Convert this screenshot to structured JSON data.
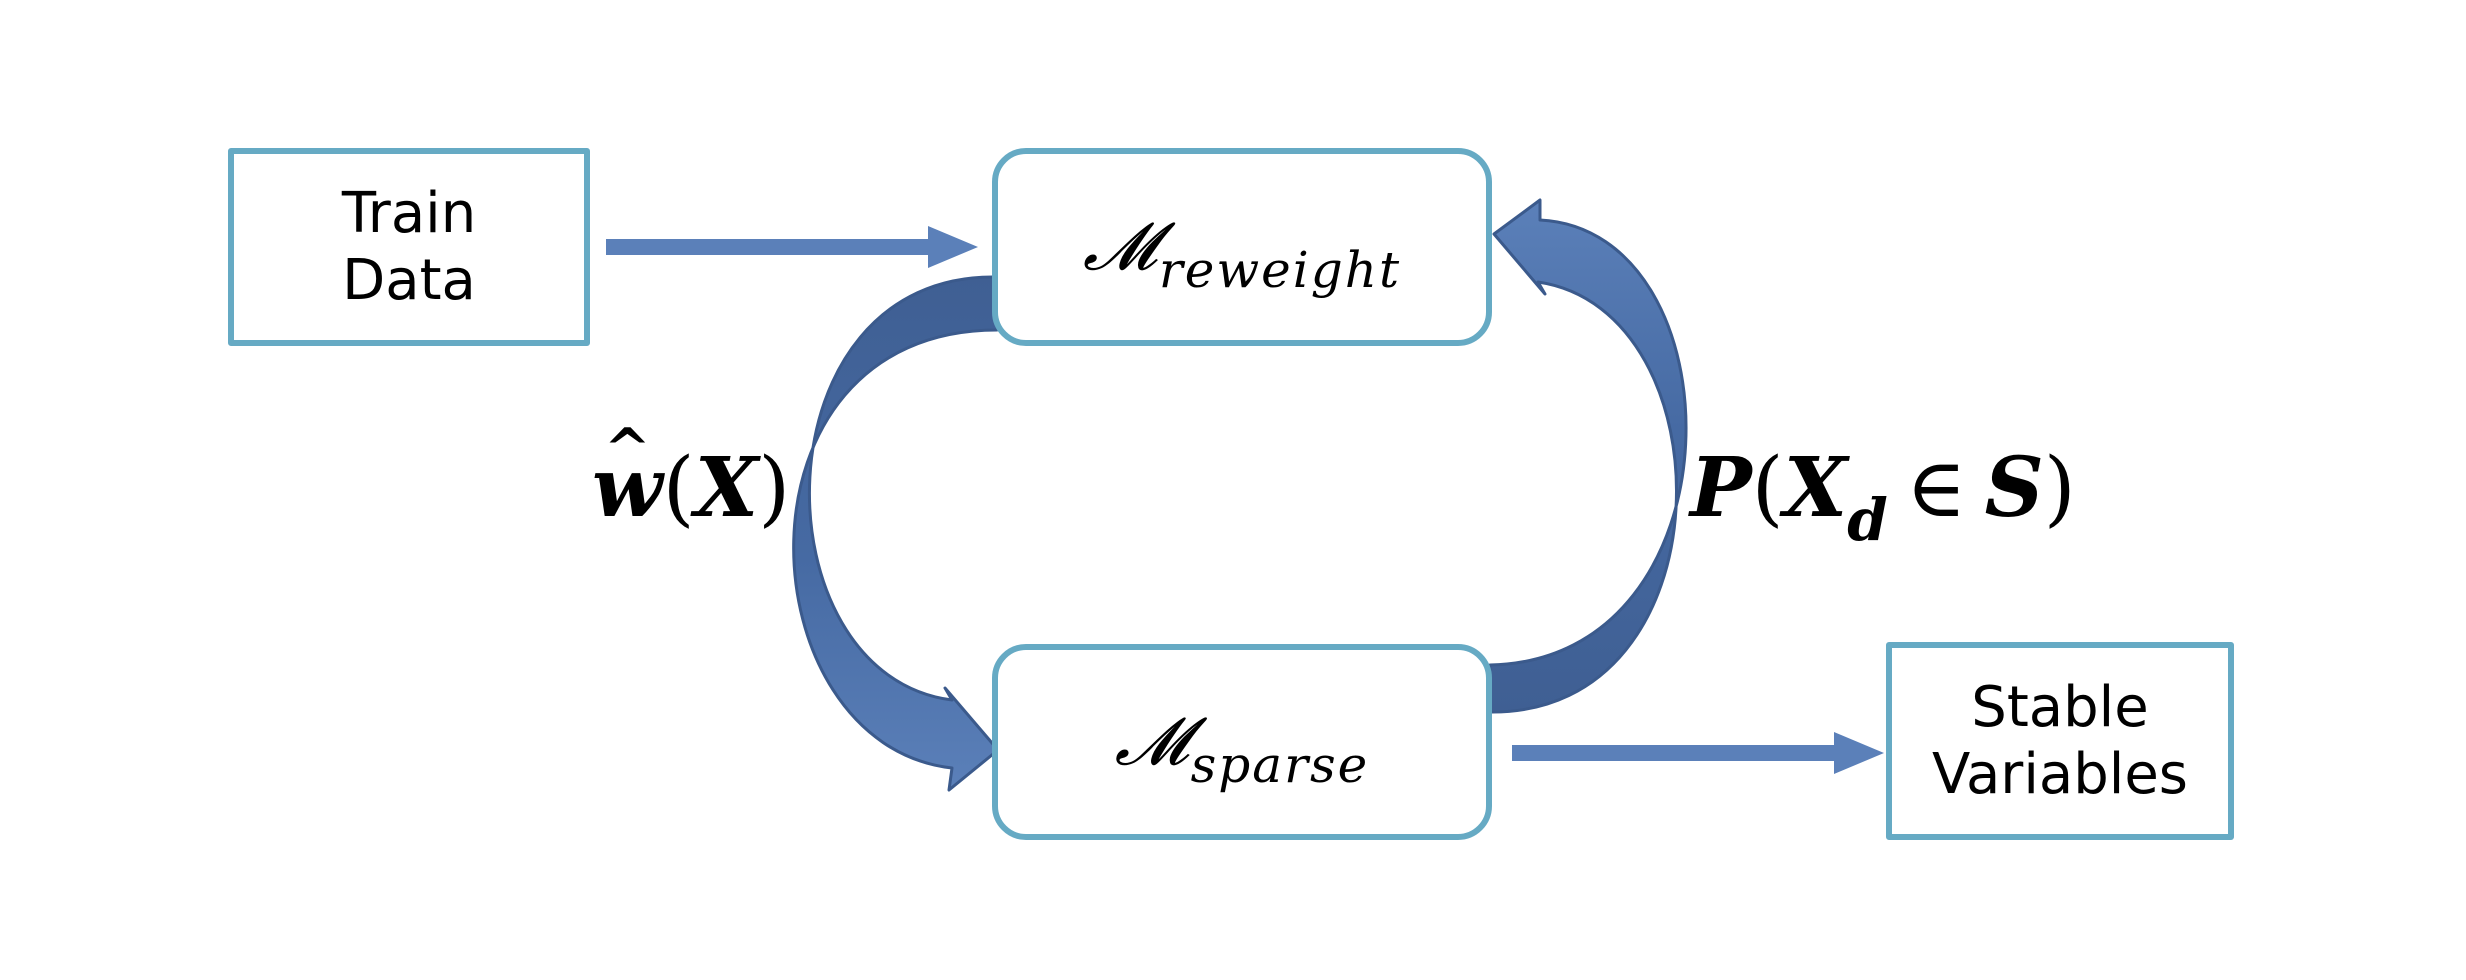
{
  "nodes": {
    "train_data": {
      "lines": [
        "Train",
        "Data"
      ]
    },
    "reweight": {
      "symbol": "𝓜",
      "subscript": "reweight"
    },
    "sparse": {
      "symbol": "𝓜",
      "subscript": "sparse"
    },
    "stable_variables": {
      "lines": [
        "Stable",
        "Variables"
      ]
    }
  },
  "edge_labels": {
    "weights": {
      "hat": "^",
      "w": "w",
      "open": "(",
      "x": "X",
      "close": ")"
    },
    "probability": {
      "p": "P",
      "open": "(",
      "x": "X",
      "sub": "d",
      "op": "∈",
      "s": "S",
      "close": ")"
    }
  },
  "colors": {
    "box_border": "#66aac4",
    "arrow_fill": "#5b80b9",
    "arrow_dark": "#3f5f93"
  }
}
